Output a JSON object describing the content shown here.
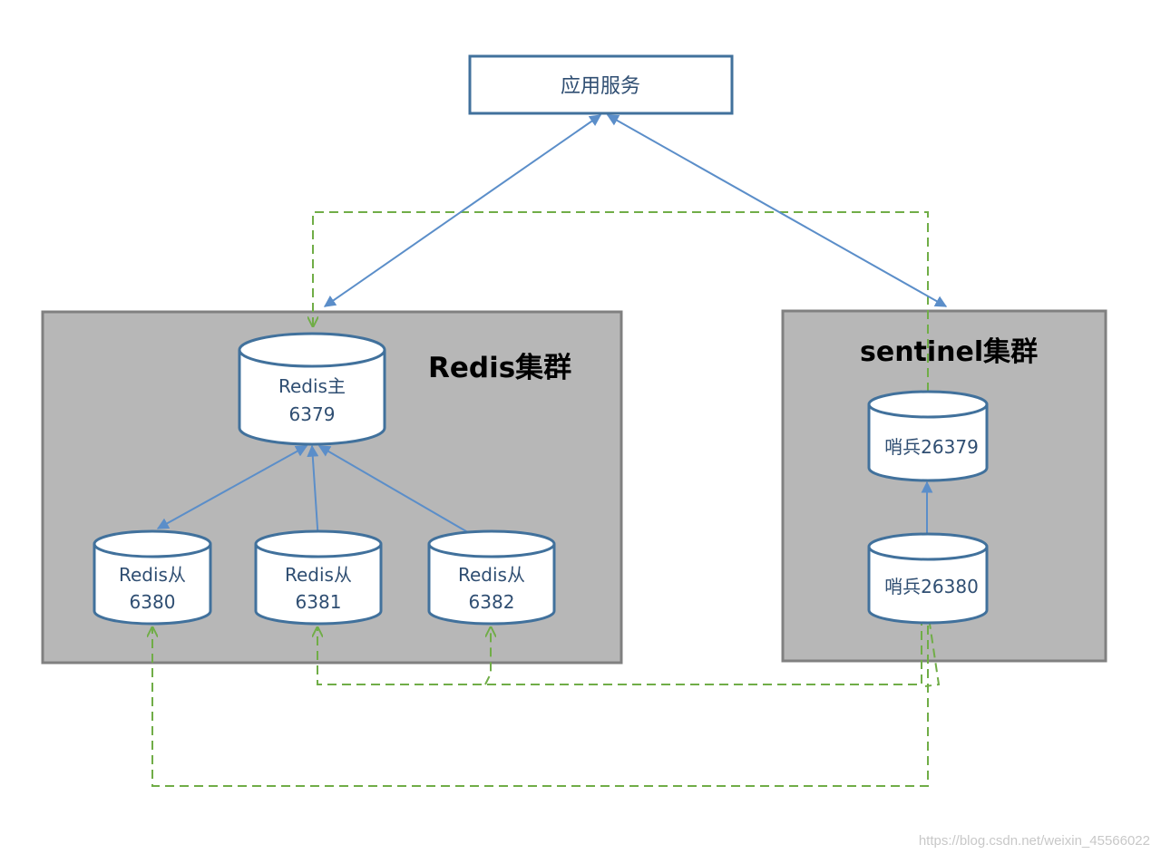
{
  "colors": {
    "background": "#ffffff",
    "cluster_fill": "#b7b7b7",
    "cluster_border": "#808080",
    "node_border": "#41719c",
    "node_fill": "#ffffff",
    "node_text": "#2f4e72",
    "solid_arrow": "#5b8ec9",
    "dashed_line": "#70ad47",
    "title_text": "#000000",
    "watermark": "#c8c8c8"
  },
  "app_service": {
    "label": "应用服务"
  },
  "redis_cluster": {
    "title": "Redis集群",
    "master": {
      "line1": "Redis主",
      "line2": "6379"
    },
    "slaves": [
      {
        "line1": "Redis从",
        "line2": "6380"
      },
      {
        "line1": "Redis从",
        "line2": "6381"
      },
      {
        "line1": "Redis从",
        "line2": "6382"
      }
    ]
  },
  "sentinel_cluster": {
    "title": "sentinel集群",
    "sentinels": [
      {
        "label": "哨兵26379"
      },
      {
        "label": "哨兵26380"
      }
    ]
  },
  "watermark": "https://blog.csdn.net/weixin_45566022"
}
